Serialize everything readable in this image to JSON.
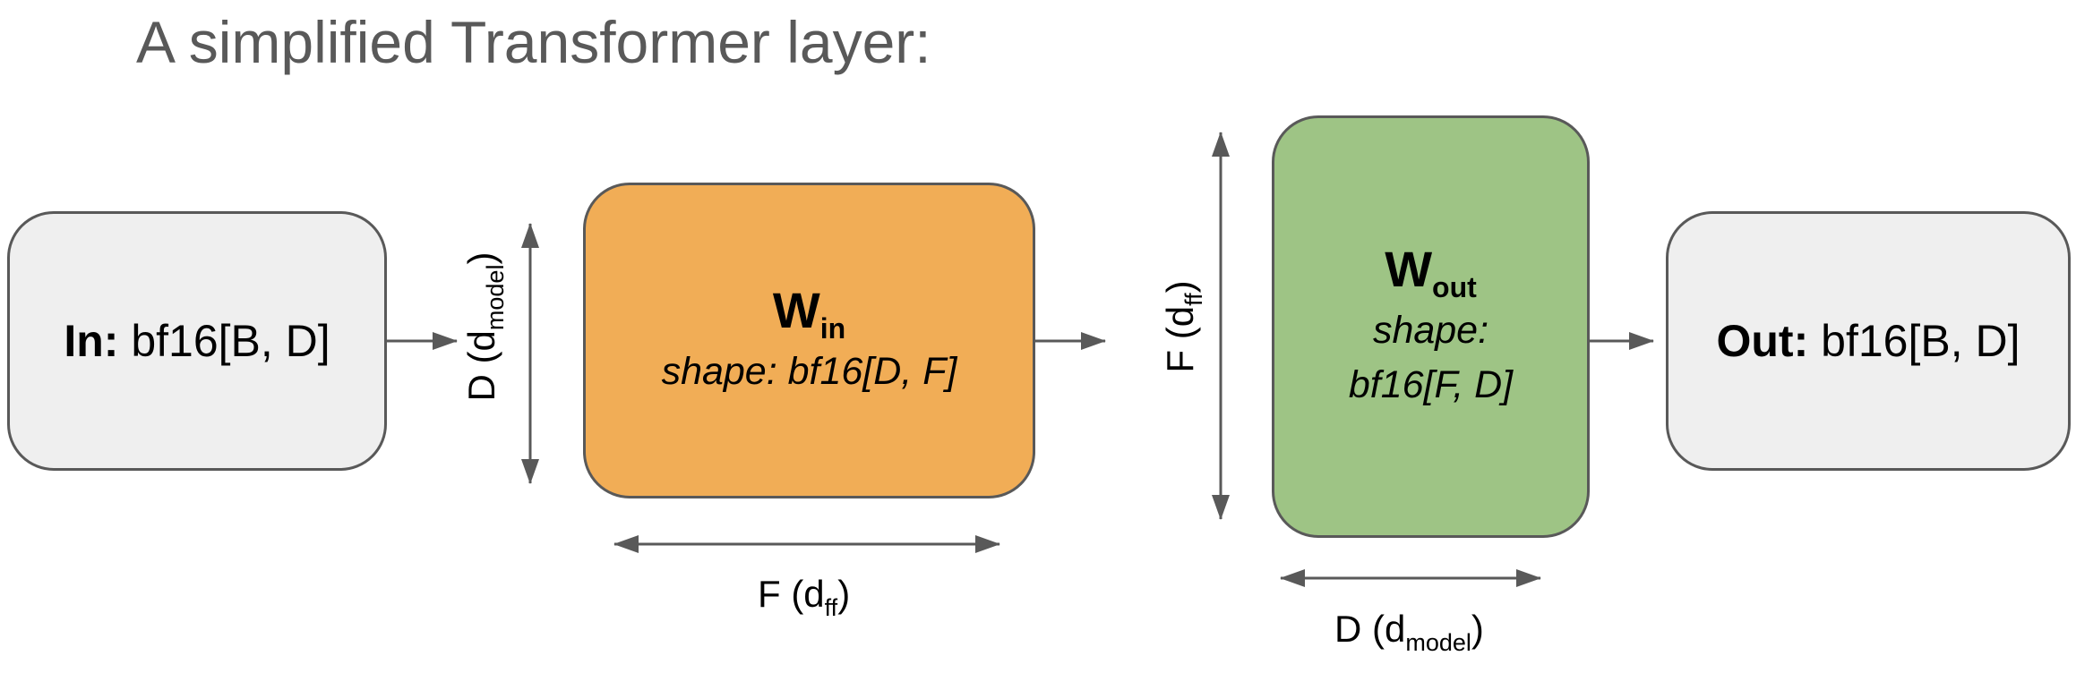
{
  "title": "A simplified Transformer layer:",
  "colors": {
    "io_box": "#efefef",
    "w_in_box": "#f1ad56",
    "w_out_box": "#9ec485",
    "border": "#595959",
    "title_text": "#595959"
  },
  "input_box": {
    "label": "In:",
    "value": "bf16[B, D]"
  },
  "w_in": {
    "name": "W",
    "subscript": "in",
    "shape_line1": "shape: bf16[D, F]"
  },
  "w_out": {
    "name": "W",
    "subscript": "out",
    "shape_line1": "shape:",
    "shape_line2": "bf16[F, D]"
  },
  "output_box": {
    "label": "Out:",
    "value": "bf16[B, D]"
  },
  "dims": {
    "w_in_left": {
      "base": "D (d",
      "sub": "model",
      "close": ")"
    },
    "w_in_bottom": {
      "base": "F (d",
      "sub": "ff",
      "close": ")"
    },
    "w_out_left": {
      "base": "F (d",
      "sub": "ff",
      "close": ")"
    },
    "w_out_bottom": {
      "base": "D (d",
      "sub": "model",
      "close": ")"
    }
  }
}
